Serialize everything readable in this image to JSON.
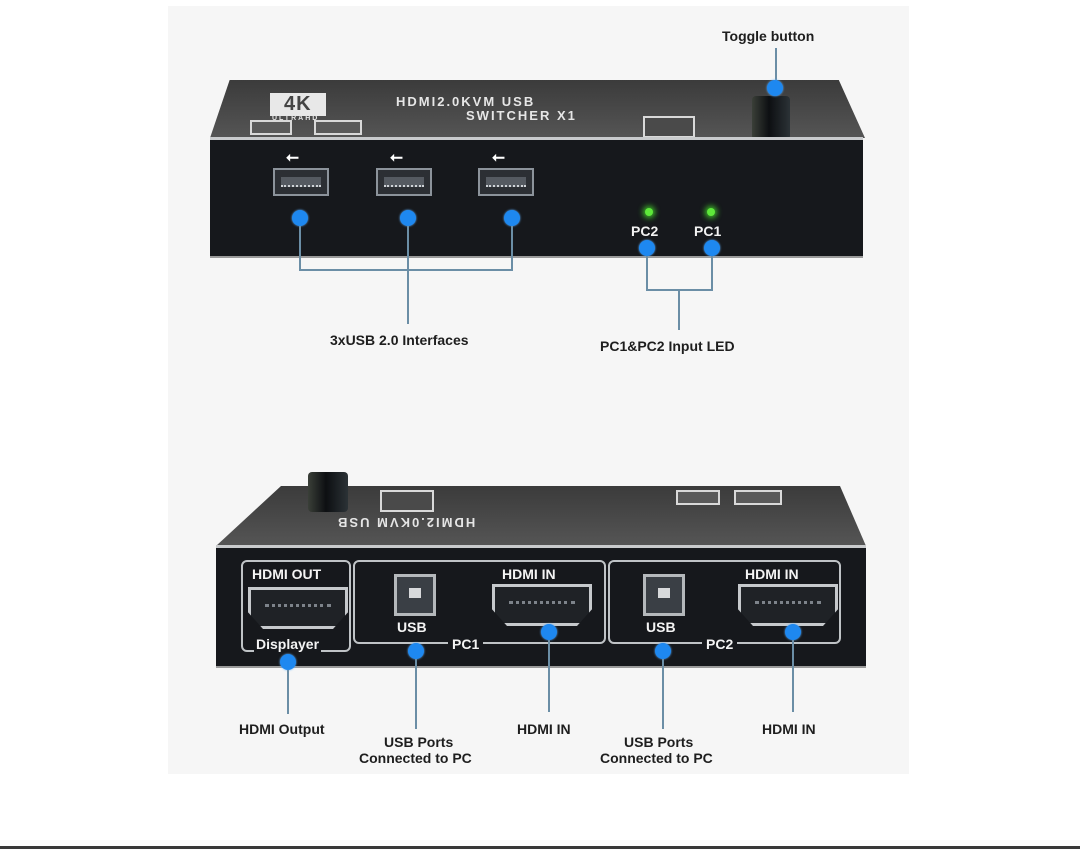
{
  "top_view": {
    "callouts": {
      "toggle_button": "Toggle button",
      "usb_interfaces": "3xUSB 2.0 Interfaces",
      "input_led": "PC1&PC2 Input LED"
    },
    "device": {
      "brand_logo": "4K",
      "brand_subtitle": "ULTRAHD",
      "model_text_line1": "HDMI2.0KVM USB",
      "model_text_line2": "SWITCHER X1",
      "usb_ports_count": 3,
      "led_labels": [
        "PC2",
        "PC1"
      ],
      "led_color": "#5ee83a"
    }
  },
  "bottom_view": {
    "device": {
      "hdmi_out_label": "HDMI OUT",
      "displayer_label": "Displayer",
      "pc1_group_label": "PC1",
      "pc2_group_label": "PC2",
      "usb_label": "USB",
      "hdmi_in_label": "HDMI IN"
    },
    "callouts": {
      "hdmi_output": "HDMI Output",
      "usb_ports_pc1_line1": "USB Ports",
      "usb_ports_pc1_line2": "Connected to PC",
      "hdmi_in_pc1": "HDMI IN",
      "usb_ports_pc2_line1": "USB Ports",
      "usb_ports_pc2_line2": "Connected to PC",
      "hdmi_in_pc2": "HDMI IN"
    }
  },
  "colors": {
    "callout_dot": "#1e88f0",
    "callout_line": "#6b8ea6",
    "device_body": "#16181c",
    "background_panel": "#f6f6f6"
  }
}
